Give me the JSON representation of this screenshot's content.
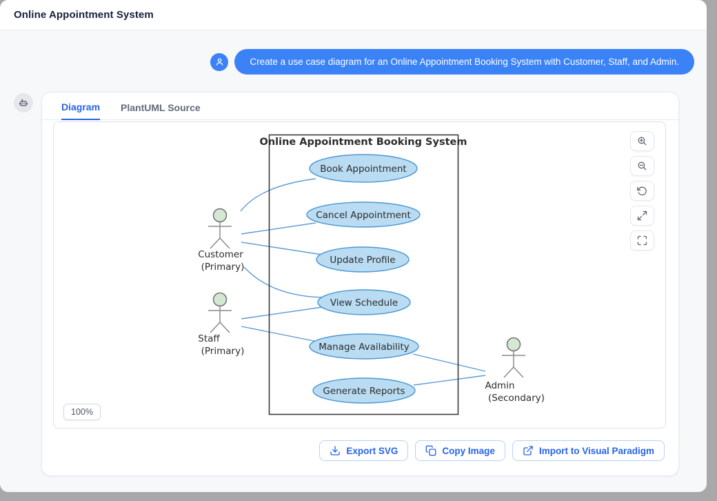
{
  "header": {
    "title": "Online Appointment System"
  },
  "chat": {
    "message": "Create a use case diagram for an Online Appointment Booking System with Customer, Staff, and Admin.",
    "user_avatar_icon": "user-icon",
    "bot_avatar_icon": "robot-icon"
  },
  "tabs": [
    {
      "label": "Diagram",
      "active": true
    },
    {
      "label": "PlantUML Source",
      "active": false
    }
  ],
  "canvas": {
    "zoom_percent": "100%",
    "controls": [
      "zoom-in",
      "zoom-out",
      "reset-view",
      "expand",
      "fullscreen"
    ]
  },
  "diagram": {
    "type": "uml-use-case",
    "system_title": "Online Appointment Booking System",
    "actors": [
      {
        "name": "Customer",
        "stereotype": "(Primary)"
      },
      {
        "name": "Staff",
        "stereotype": "(Primary)"
      },
      {
        "name": "Admin",
        "stereotype": "(Secondary)"
      }
    ],
    "use_cases": [
      "Book Appointment",
      "Cancel Appointment",
      "Update Profile",
      "View Schedule",
      "Manage Availability",
      "Generate Reports"
    ],
    "associations": [
      {
        "from": "Customer",
        "to": "Book Appointment"
      },
      {
        "from": "Customer",
        "to": "Cancel Appointment"
      },
      {
        "from": "Customer",
        "to": "Update Profile"
      },
      {
        "from": "Customer",
        "to": "View Schedule"
      },
      {
        "from": "Staff",
        "to": "View Schedule"
      },
      {
        "from": "Staff",
        "to": "Manage Availability"
      },
      {
        "from": "Manage Availability",
        "to": "Admin"
      },
      {
        "from": "Generate Reports",
        "to": "Admin"
      }
    ],
    "colors": {
      "usecase_fill": "#b9dcf2",
      "usecase_stroke": "#4b96d2",
      "association_line": "#5b9bd5",
      "actor_head_fill": "#d5e8d4",
      "boundary_stroke": "#3b3b3b"
    }
  },
  "footer": {
    "buttons": [
      {
        "label": "Export SVG",
        "icon": "download-icon"
      },
      {
        "label": "Copy Image",
        "icon": "copy-icon"
      },
      {
        "label": "Import to Visual Paradigm",
        "icon": "external-link-icon"
      }
    ]
  },
  "theme": {
    "accent": "#2563eb",
    "bubble": "#3b82f6"
  }
}
